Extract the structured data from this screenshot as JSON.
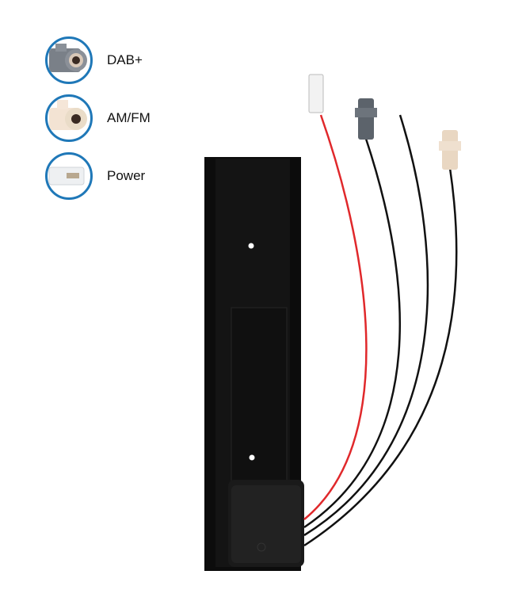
{
  "legend": {
    "items": [
      {
        "label": "DAB+",
        "icon": "dab-connector-icon"
      },
      {
        "label": "AM/FM",
        "icon": "amfm-connector-icon"
      },
      {
        "label": "Power",
        "icon": "power-connector-icon"
      }
    ]
  },
  "colors": {
    "accent": "#1f78b8",
    "dab": "#7a8088",
    "amfm": "#efdcc8",
    "power_wire": "#e0282b"
  }
}
